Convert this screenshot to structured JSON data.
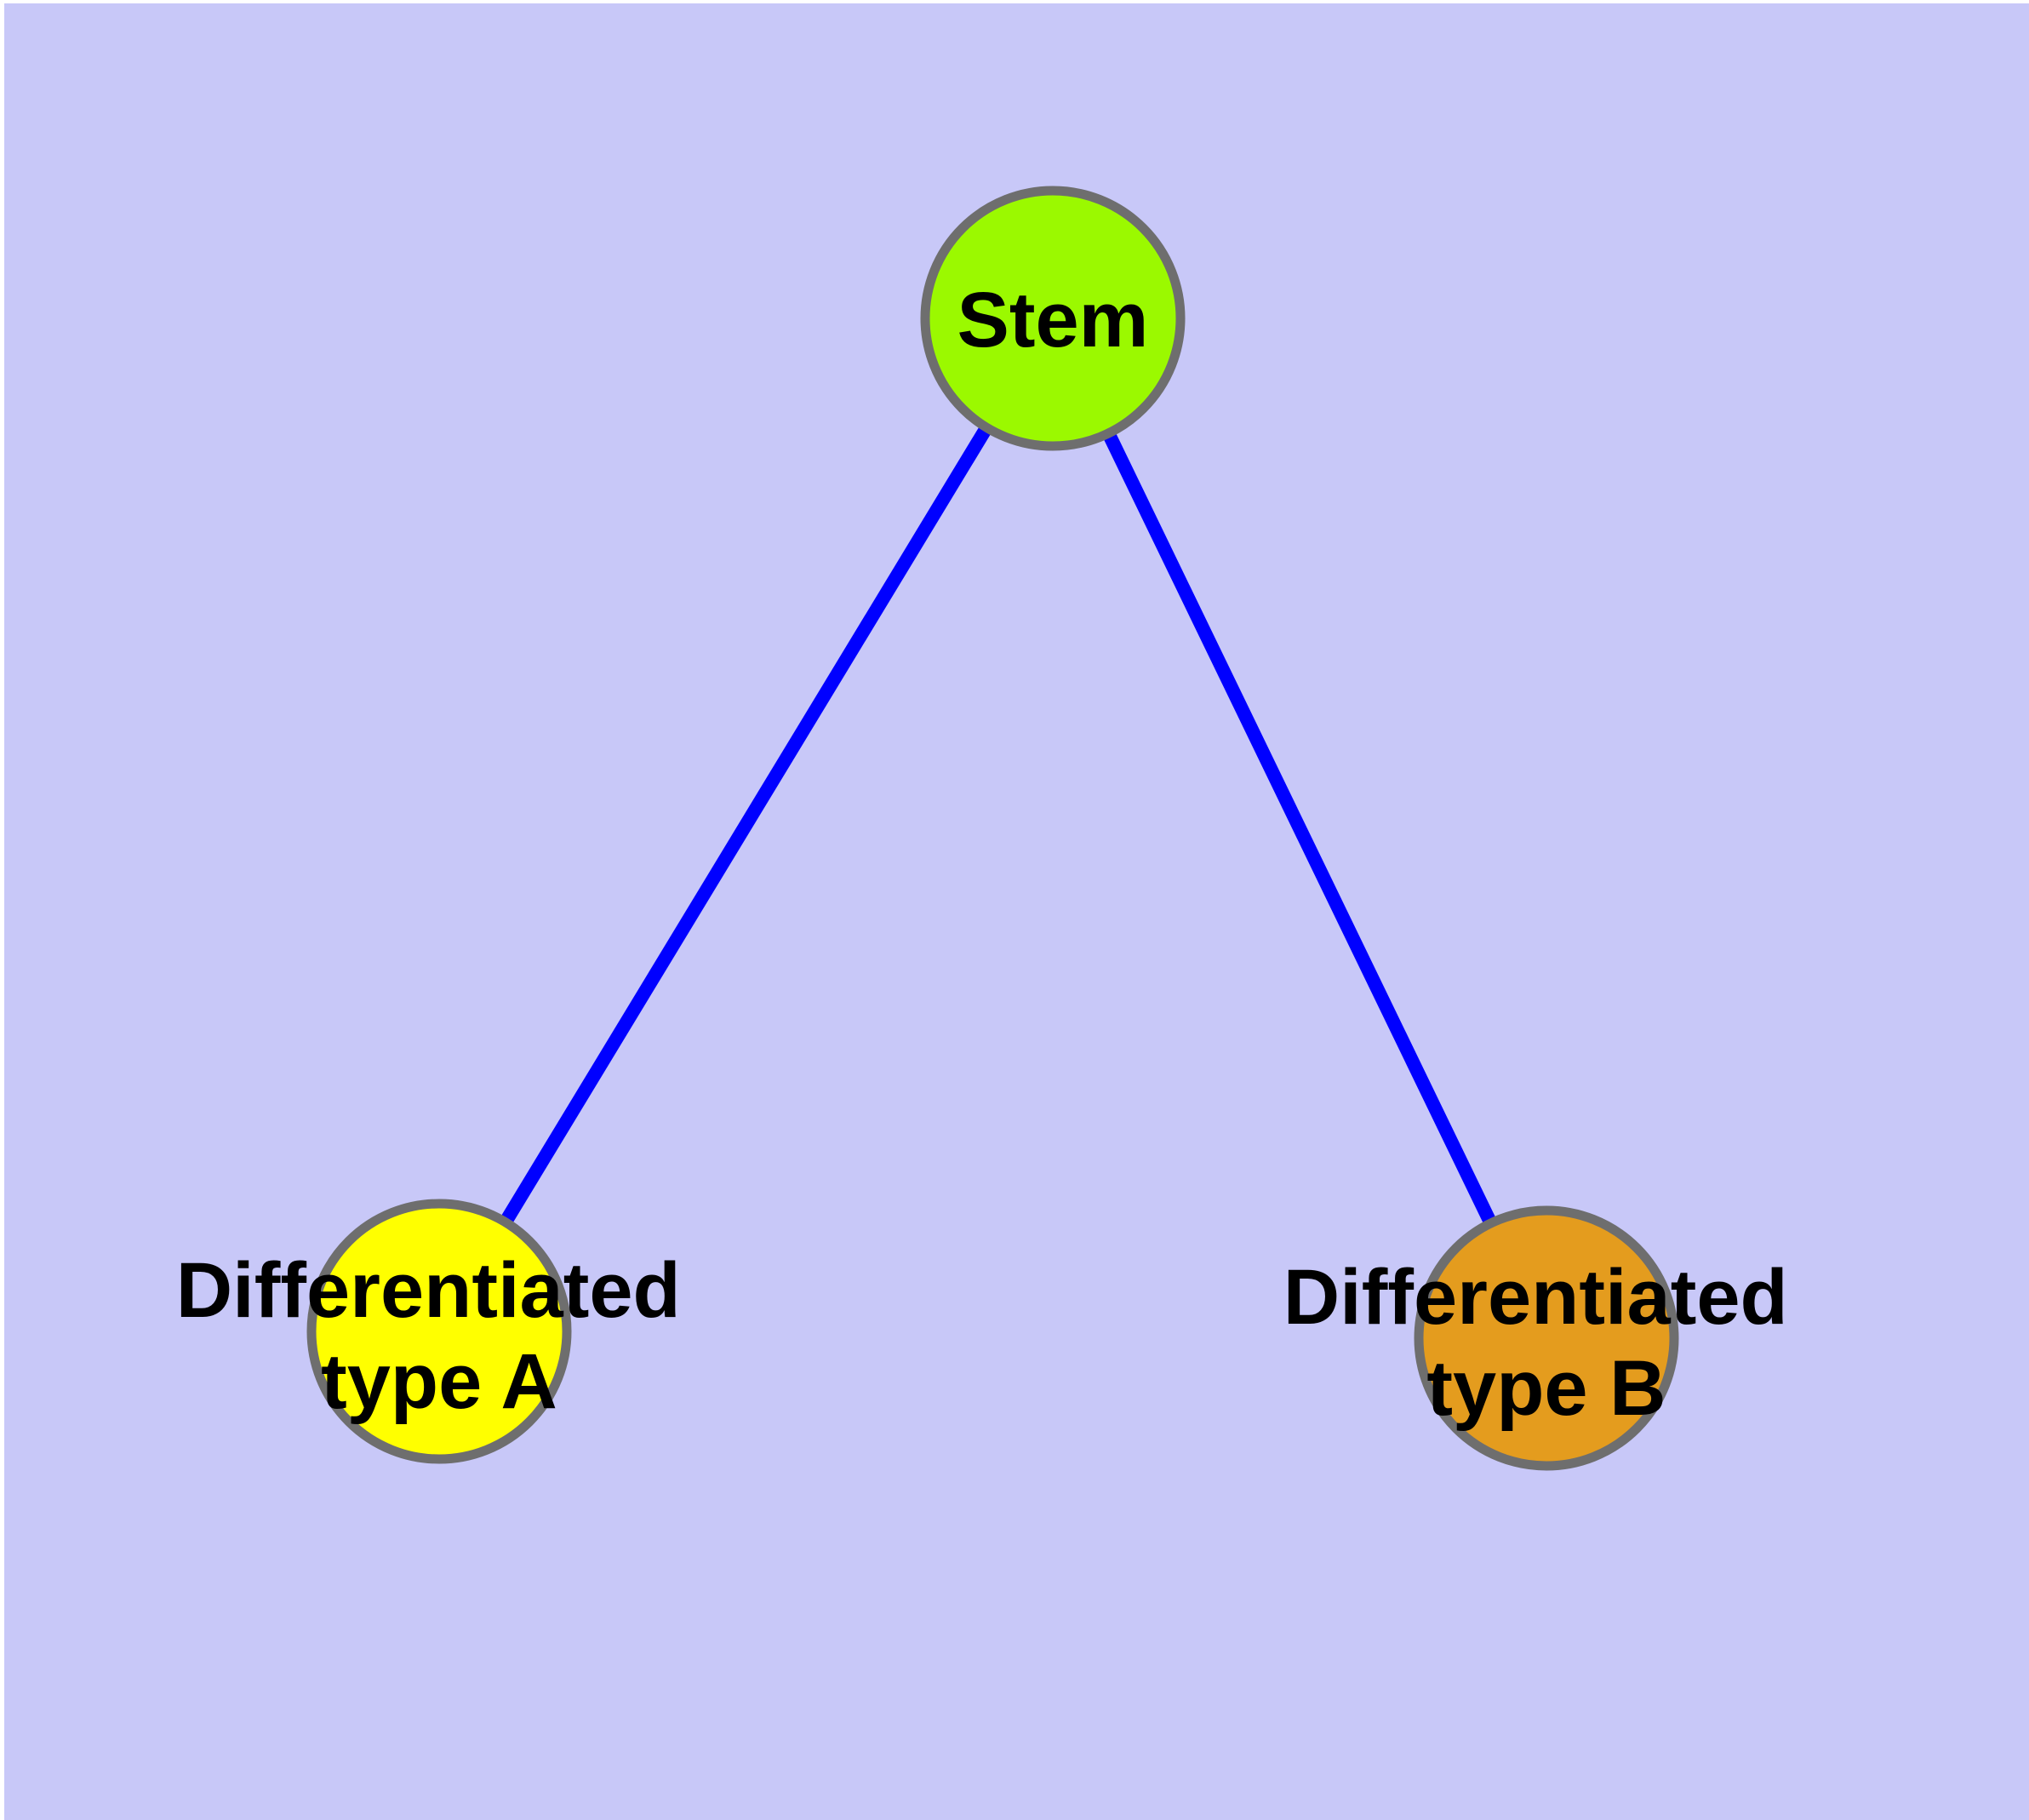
{
  "diagram": {
    "type": "node-link-graph",
    "background_color": "#C8C8F8",
    "frame_color": "#FFFFFF",
    "node_border_color": "#6E6E6E",
    "edge_color": "#0000FF",
    "text_color": "#000000",
    "nodes": [
      {
        "id": "stem",
        "label": "Stem",
        "fill": "#9BF900"
      },
      {
        "id": "differentiated-type-a",
        "label_lines": [
          "Differentiated",
          "type A"
        ],
        "fill": "#FFFF00"
      },
      {
        "id": "differentiated-type-b",
        "label_lines": [
          "Differentiated",
          "type B"
        ],
        "fill": "#E49C1E"
      }
    ],
    "edges": [
      {
        "from": "Stem",
        "to": "Differentiated type A"
      },
      {
        "from": "Stem",
        "to": "Differentiated type B"
      }
    ]
  }
}
